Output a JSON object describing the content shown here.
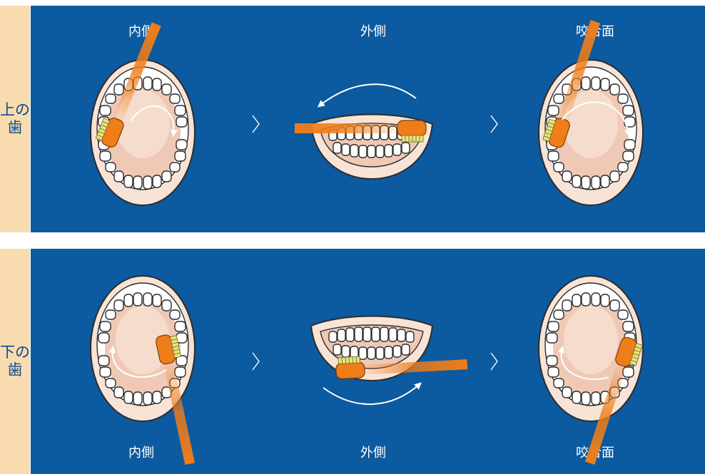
{
  "rows": [
    {
      "side_label": "上の\n歯",
      "captions": [
        "内側",
        "外側",
        "咬合面"
      ]
    },
    {
      "side_label": "下の\n歯",
      "captions": [
        "内側",
        "外側",
        "咬合面"
      ]
    }
  ],
  "colors": {
    "panel": "#0c5aa0",
    "side_band": "#f8dcb0",
    "side_text": "#0b4a8c",
    "brush": "#ef7d1a",
    "bristles": "#e9e27a",
    "mouth_skin": "#f7e4d7",
    "tongue": "#efc9b6"
  }
}
